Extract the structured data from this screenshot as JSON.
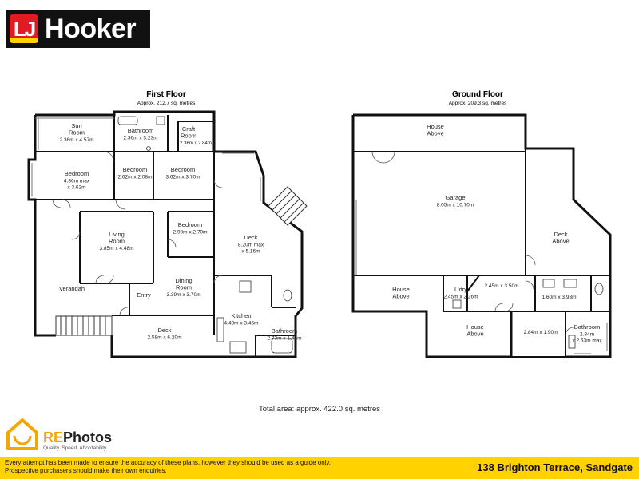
{
  "brand": {
    "logo_initials": "LJ",
    "logo_name": "Hooker",
    "color": "#e11b22",
    "accent": "#ffd200"
  },
  "first_floor": {
    "title": "First Floor",
    "area": "Approx. 212.7 sq. metres",
    "rooms": [
      {
        "name": "Sun\nRoom",
        "dims": "2.36m x 4.57m"
      },
      {
        "name": "Bathroom",
        "dims": "2.36m x 3.23m"
      },
      {
        "name": "Craft\nRoom",
        "dims": "2.36m x 2.84m"
      },
      {
        "name": "Bedroom",
        "dims": "4.86m max\nx 3.62m"
      },
      {
        "name": "Bedroom",
        "dims": "2.62m x 2.08m"
      },
      {
        "name": "Bedroom",
        "dims": "3.62m x 3.70m"
      },
      {
        "name": "Living\nRoom",
        "dims": "3.85m x 4.48m"
      },
      {
        "name": "Bedroom",
        "dims": "2.90m x 2.70m"
      },
      {
        "name": "Deck",
        "dims": "8.20m max\nx 5.16m"
      },
      {
        "name": "Verandah",
        "dims": ""
      },
      {
        "name": "Dining\nRoom",
        "dims": "3.39m x 3.70m"
      },
      {
        "name": "Entry",
        "dims": ""
      },
      {
        "name": "Kitchen",
        "dims": "4.49m x 3.45m"
      },
      {
        "name": "Deck",
        "dims": "2.58m x 6.20m"
      },
      {
        "name": "Bathroom",
        "dims": "2.73m x 1.43m"
      }
    ]
  },
  "ground_floor": {
    "title": "Ground Floor",
    "area": "Approx. 209.3 sq. metres",
    "rooms": [
      {
        "name": "House\nAbove",
        "dims": ""
      },
      {
        "name": "Garage",
        "dims": "8.05m x 10.70m"
      },
      {
        "name": "Deck\nAbove",
        "dims": ""
      },
      {
        "name": "House\nAbove",
        "dims": ""
      },
      {
        "name": "L'dry",
        "dims": "2.45m x 2.26m"
      },
      {
        "name": "",
        "dims": "2.45m x 3.50m"
      },
      {
        "name": "",
        "dims": "1.60m x 3.93m"
      },
      {
        "name": "House\nAbove",
        "dims": ""
      },
      {
        "name": "",
        "dims": "2.84m x 1.90m"
      },
      {
        "name": "Bathroom",
        "dims": "2.84m\nx 2.63m max"
      }
    ]
  },
  "total_area": "Total area: approx. 422.0 sq. metres",
  "rephotos": {
    "name_re": "RE",
    "name_photos": "Photos",
    "tagline": "Quality. Speed. Affordability"
  },
  "footer": {
    "disclaimer": "Every attempt has been made to ensure the accuracy of these plans, however they should be used as a guide only.  Prospective purchasers should make their own enquiries.",
    "address": "138 Brighton Terrace, Sandgate"
  }
}
